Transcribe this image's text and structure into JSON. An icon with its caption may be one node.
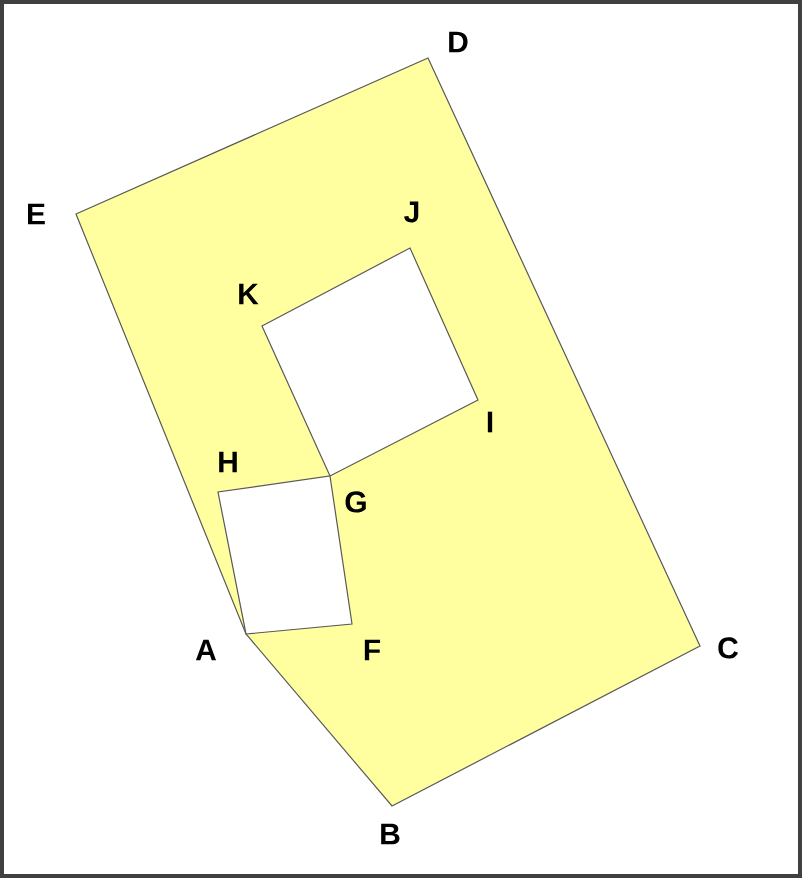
{
  "diagram": {
    "labels": [
      "D",
      "E",
      "J",
      "K",
      "I",
      "H",
      "G",
      "A",
      "F",
      "C",
      "B"
    ]
  }
}
